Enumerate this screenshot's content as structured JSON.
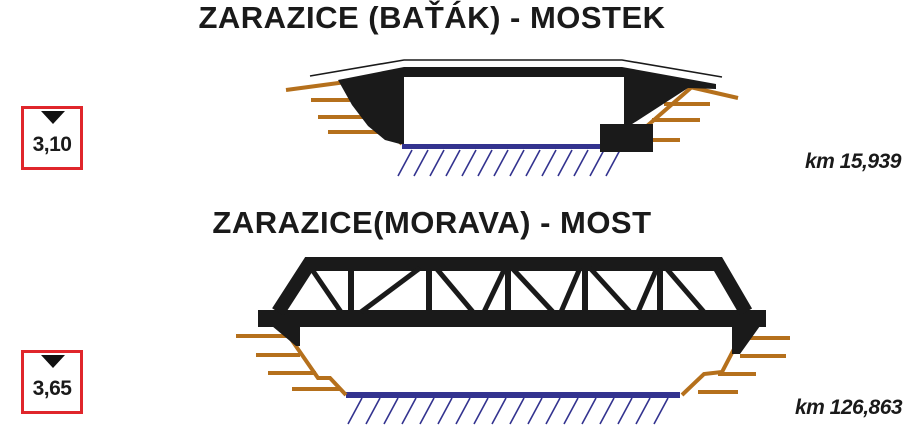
{
  "bridges": [
    {
      "title": "ZARAZICE (BAŤÁK) - MOSTEK",
      "km": "km 15,939",
      "level": "3,10"
    },
    {
      "title": "ZARAZICE(MORAVA) - MOST",
      "km": "km 126,863",
      "level": "3,65"
    }
  ],
  "colors": {
    "structure": "#1a1a1a",
    "bank": "#b5701c",
    "water": "#33338f",
    "gauge_border": "#e0262b"
  },
  "icons": {
    "gauge_marker": "down-triangle"
  }
}
